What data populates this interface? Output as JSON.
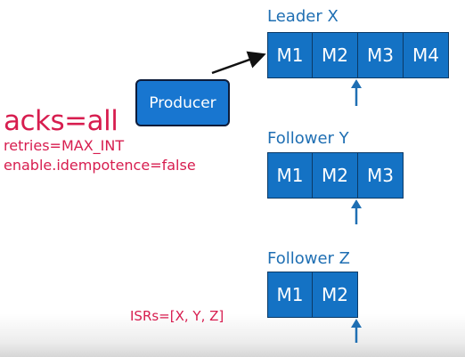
{
  "config": {
    "acks": "acks=all",
    "retries": "retries=MAX_INT",
    "idempotence": "enable.idempotence=false",
    "isrs": "ISRs=[X, Y, Z]"
  },
  "producer": {
    "label": "Producer"
  },
  "leader": {
    "title": "Leader X",
    "messages": [
      "M1",
      "M2",
      "M3",
      "M4"
    ]
  },
  "follower_y": {
    "title": "Follower Y",
    "messages": [
      "M1",
      "M2",
      "M3"
    ]
  },
  "follower_z": {
    "title": "Follower Z",
    "messages": [
      "M1",
      "M2"
    ]
  },
  "colors": {
    "config_text": "#d71d4f",
    "title_text": "#1f6fb3",
    "message_fill": "#1472c4",
    "producer_fill": "#1876d0",
    "marker_arrow": "#1f6fb3"
  }
}
